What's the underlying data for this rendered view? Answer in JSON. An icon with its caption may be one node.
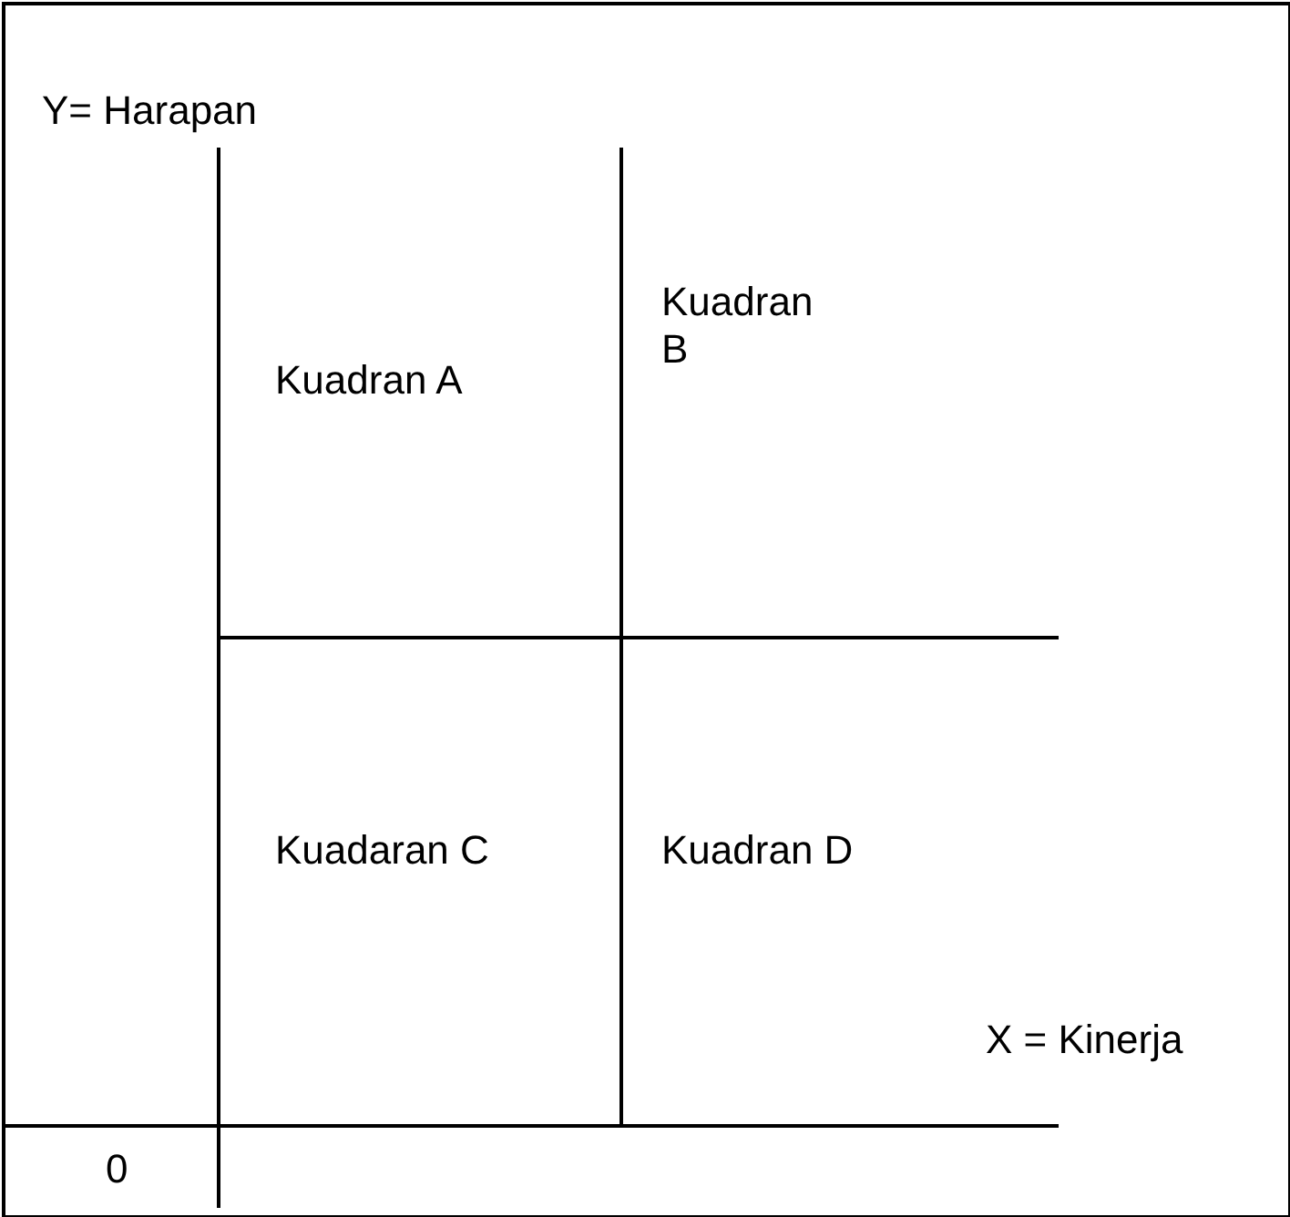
{
  "diagram": {
    "labels": [
      "Y= Harapan",
      "Kuadran A",
      "Kuadran B",
      "Kuadaran C",
      "Kuadran D",
      "X = Kinerja",
      "0"
    ]
  }
}
